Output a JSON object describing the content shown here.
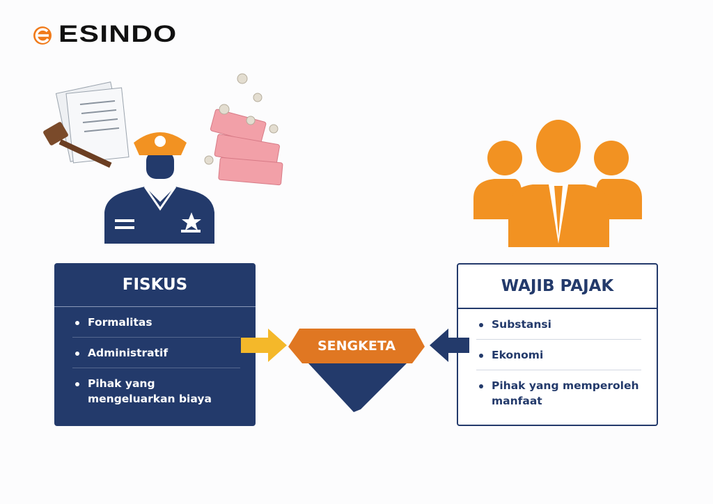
{
  "logo": {
    "text": "ESINDO"
  },
  "fiskus": {
    "title": "FISKUS",
    "items": [
      "Formalitas",
      "Administratif",
      "Pihak yang mengeluarkan biaya"
    ]
  },
  "wajib_pajak": {
    "title": "WAJIB PAJAK",
    "items": [
      "Substansi",
      "Ekonomi",
      "Pihak yang memperoleh manfaat"
    ]
  },
  "center": {
    "label": "SENGKETA"
  },
  "colors": {
    "navy": "#233a6b",
    "orange": "#e07722",
    "yellow": "#f4b82a",
    "people_orange": "#f29222"
  }
}
